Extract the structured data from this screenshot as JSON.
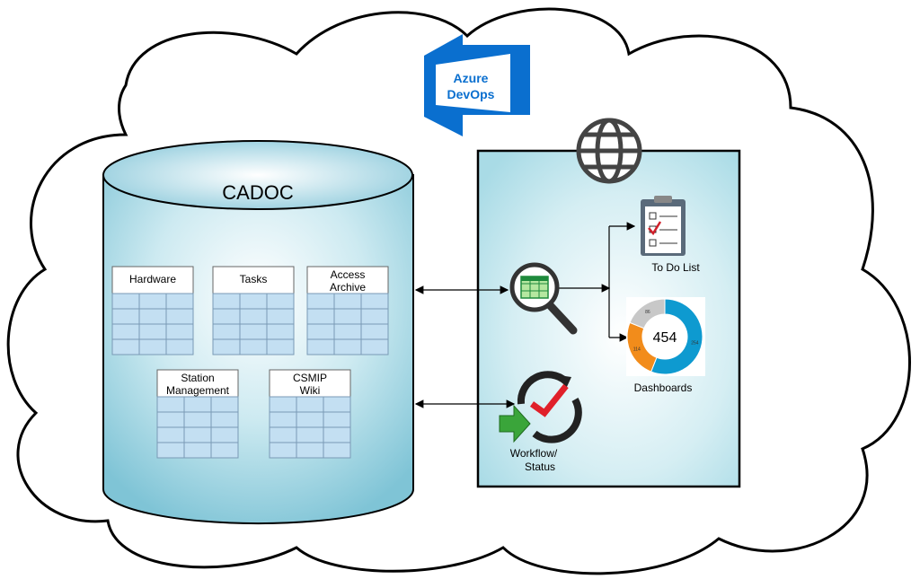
{
  "logo": {
    "line1": "Azure",
    "line2": "DevOps",
    "color": "#0a6fcf"
  },
  "database": {
    "title": "CADOC",
    "tables": [
      {
        "line1": "Hardware",
        "line2": ""
      },
      {
        "line1": "Tasks",
        "line2": ""
      },
      {
        "line1": "Access",
        "line2": "Archive"
      },
      {
        "line1": "Station",
        "line2": "Management"
      },
      {
        "line1": "CSMIP",
        "line2": "Wiki"
      }
    ]
  },
  "portal": {
    "todo_label": "To Do List",
    "dashboards_label": "Dashboards",
    "workflow_line1": "Workflow/",
    "workflow_line2": "Status",
    "donut": {
      "total": "454",
      "slices": [
        {
          "value": 254,
          "label": "254",
          "color": "#0e9ad0"
        },
        {
          "value": 114,
          "label": "114",
          "color": "#f28c1b"
        },
        {
          "value": 86,
          "label": "86",
          "color": "#c8c8c8"
        }
      ]
    }
  },
  "colors": {
    "cylinder": "#9fd3e0",
    "table_cell": "#b8d8ee",
    "portal_bg": "#c9e8ef"
  }
}
